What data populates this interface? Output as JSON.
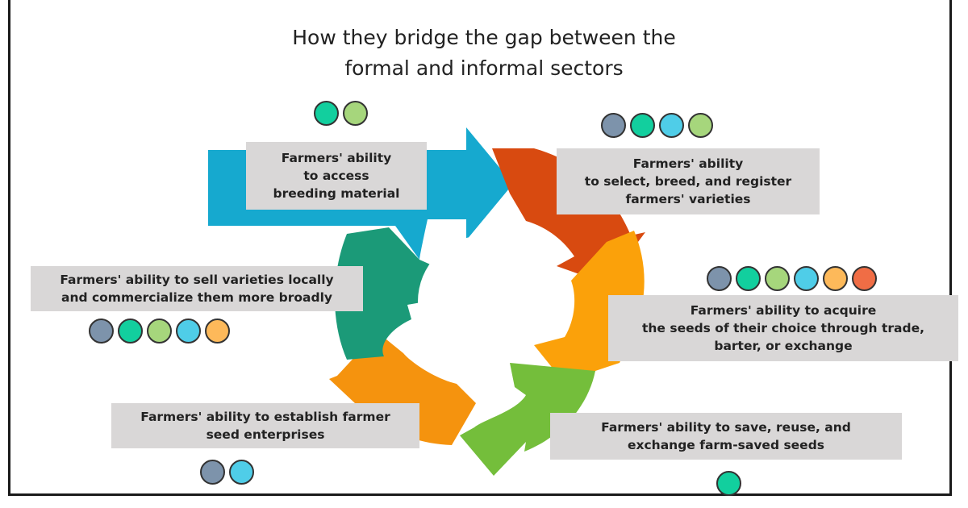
{
  "title": {
    "line1": "How they bridge the gap between the",
    "line2": "formal and informal sectors"
  },
  "colors": {
    "blue": "#16a9cf",
    "red": "#d84a10",
    "yellow": "#fba10a",
    "green": "#74be3b",
    "orange": "#f5930e",
    "teal": "#1b9a78"
  },
  "legend_dot_colors": {
    "slate": "#7d93ab",
    "teal": "#12cf9e",
    "lightgreen": "#a6d67c",
    "cyan": "#4fcde8",
    "orange": "#fdb95a",
    "red": "#f06d45"
  },
  "boxes": [
    {
      "id": "access",
      "lines": [
        "Farmers' ability",
        "to access",
        "breeding material"
      ],
      "dots": [
        "teal",
        "lightgreen"
      ]
    },
    {
      "id": "select",
      "lines": [
        "Farmers' ability",
        "to select, breed, and register",
        "farmers' varieties"
      ],
      "dots": [
        "slate",
        "teal",
        "cyan",
        "lightgreen"
      ]
    },
    {
      "id": "acquire",
      "lines": [
        "Farmers' ability to acquire",
        "the seeds of their choice through trade,",
        "barter, or exchange"
      ],
      "dots": [
        "slate",
        "teal",
        "lightgreen",
        "cyan",
        "orange",
        "red"
      ]
    },
    {
      "id": "save",
      "lines": [
        "Farmers' ability to save, reuse, and",
        "exchange farm-saved seeds"
      ],
      "dots": [
        "teal"
      ]
    },
    {
      "id": "establish",
      "lines": [
        "Farmers' ability to establish  farmer",
        "seed enterprises"
      ],
      "dots": [
        "slate",
        "cyan"
      ]
    },
    {
      "id": "sell",
      "lines": [
        "Farmers' ability to sell varieties locally",
        "and commercialize them more broadly"
      ],
      "dots": [
        "slate",
        "teal",
        "lightgreen",
        "cyan",
        "orange"
      ]
    }
  ]
}
